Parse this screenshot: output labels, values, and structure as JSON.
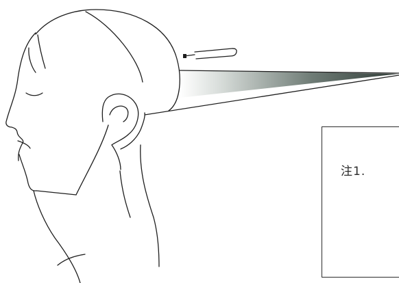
{
  "note": {
    "label": "注1."
  },
  "colors": {
    "line": "#1e1e1e",
    "beam_dark": "#2f3b36",
    "beam_light": "#ffffff",
    "background": "#ffffff"
  },
  "icons": {
    "head": "woman-head-profile",
    "tool": "flat-iron-tool",
    "beam": "light-beam"
  }
}
